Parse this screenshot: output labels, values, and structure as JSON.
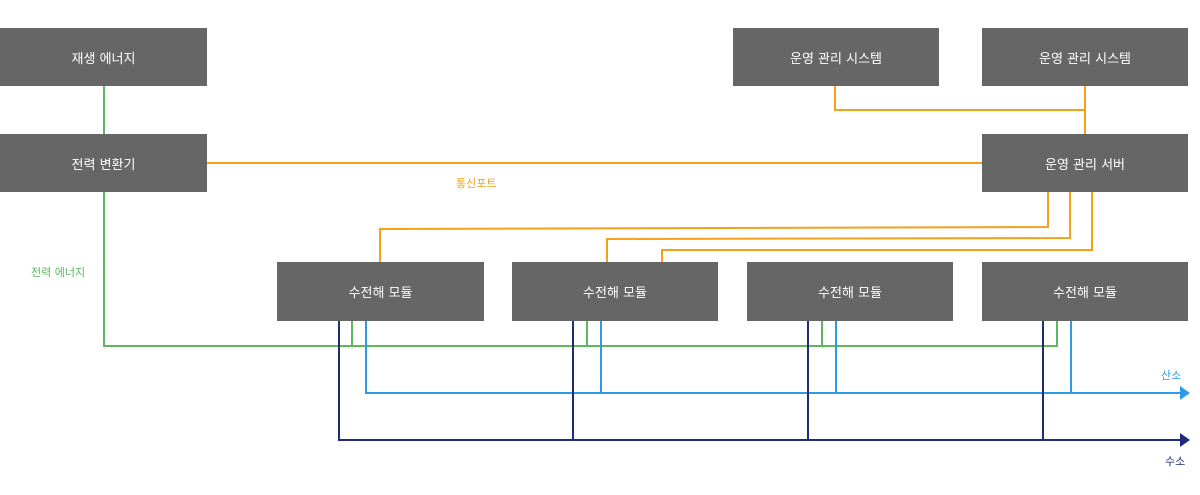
{
  "nodes": {
    "renewable": "재생 에너지",
    "converter": "전력 변환기",
    "oms_1": "운영 관리 시스템",
    "oms_2": "운영 관리 시스템",
    "server": "운영 관리 서버",
    "modules": [
      "수전해 모듈",
      "수전해 모듈",
      "수전해 모듈",
      "수전해 모듈"
    ]
  },
  "labels": {
    "comm_port": "통신포트",
    "power_energy": "전력 에너지",
    "oxygen": "산소",
    "hydrogen": "수소"
  },
  "colors": {
    "box": "#666666",
    "power": "#5cb85c",
    "communication": "#f5a01a",
    "oxygen": "#2e9be8",
    "hydrogen": "#1f2a7a"
  }
}
